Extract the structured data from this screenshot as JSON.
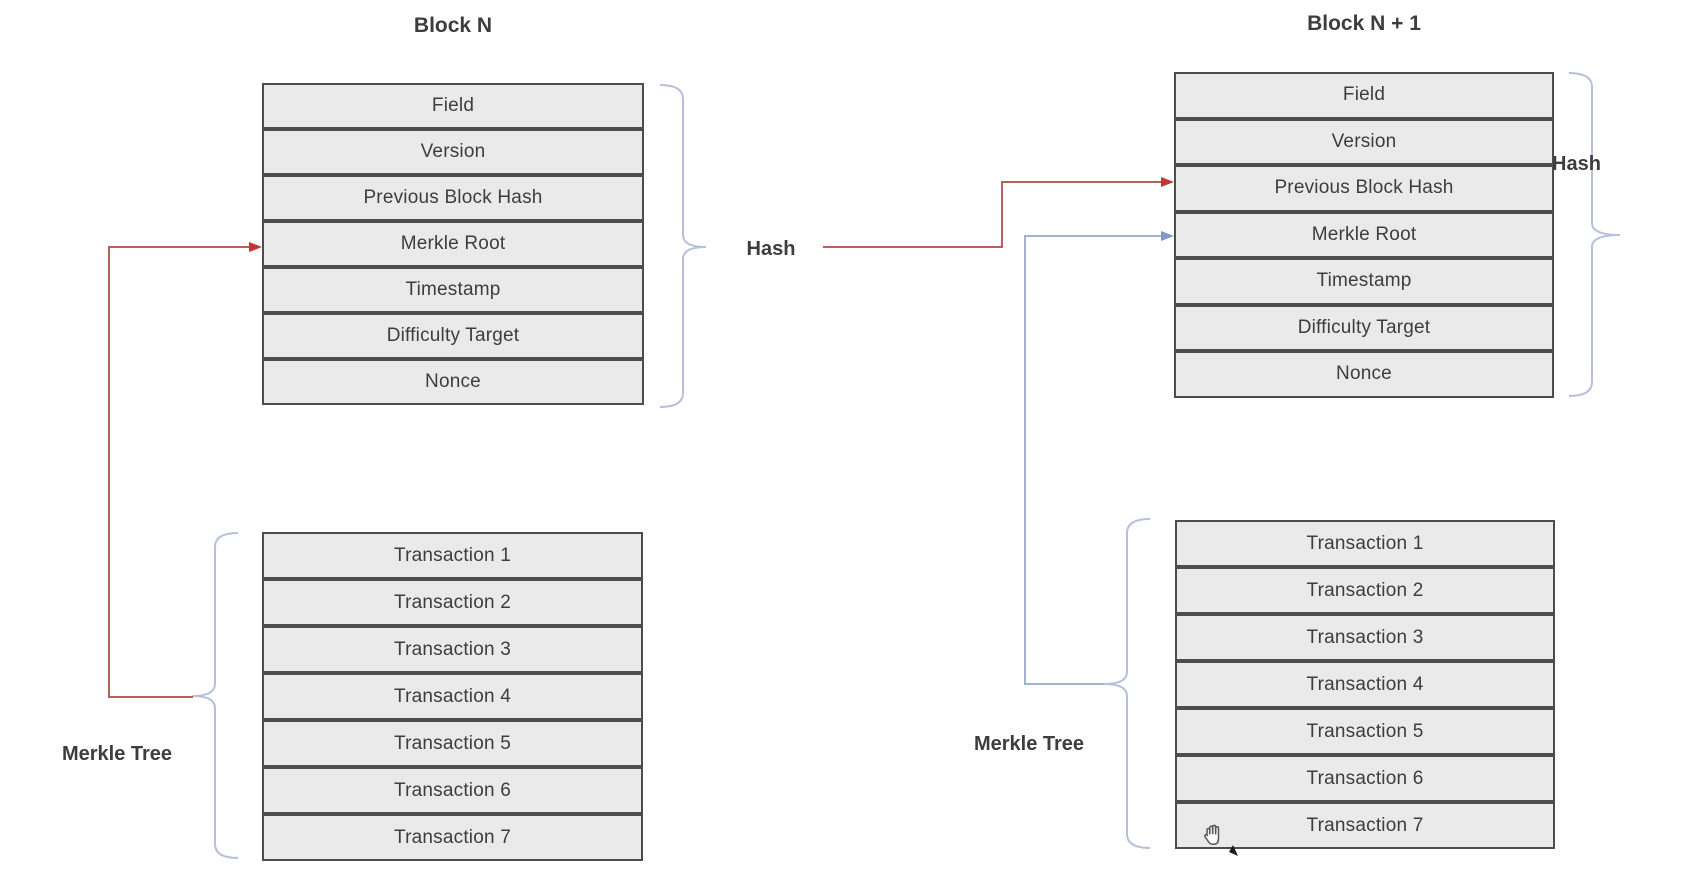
{
  "blocks": [
    {
      "title": "Block N",
      "fields": [
        "Field",
        "Version",
        "Previous Block Hash",
        "Merkle Root",
        "Timestamp",
        "Difficulty Target",
        "Nonce"
      ],
      "transactions": [
        "Transaction 1",
        "Transaction 2",
        "Transaction 3",
        "Transaction 4",
        "Transaction 5",
        "Transaction 6",
        "Transaction 7"
      ],
      "labels": {
        "hash": "Hash",
        "merkle_tree": "Merkle Tree"
      }
    },
    {
      "title": "Block N + 1",
      "fields": [
        "Field",
        "Version",
        "Previous Block Hash",
        "Merkle Root",
        "Timestamp",
        "Difficulty Target",
        "Nonce"
      ],
      "transactions": [
        "Transaction 1",
        "Transaction 2",
        "Transaction 3",
        "Transaction 4",
        "Transaction 5",
        "Transaction 6",
        "Transaction 7"
      ],
      "labels": {
        "hash": "Hash",
        "merkle_tree": "Merkle Tree"
      }
    }
  ],
  "connections": [
    {
      "name": "merkle-tree-to-merkle-root-block-n",
      "from": "Block N Merkle Tree",
      "to": "Block N Merkle Root",
      "color": "#b9615c"
    },
    {
      "name": "block-n-hash-to-previous-block-hash",
      "from": "Block N Hash",
      "to": "Block N + 1 Previous Block Hash",
      "color": "#b9615c"
    },
    {
      "name": "merkle-tree-to-merkle-root-block-n1",
      "from": "Block N + 1 Merkle Tree",
      "to": "Block N + 1 Merkle Root",
      "color": "#a4b2d4"
    }
  ],
  "colors": {
    "background": "#ffffff",
    "row_fill": "#eaeaea",
    "row_border": "#4d4d4d",
    "text": "#3d3d3d",
    "brace": "#b6c0da",
    "red_line": "#b9615c",
    "red_arrow": "#c23530",
    "blue_line": "#a4b2d4",
    "blue_arrow": "#8098c8"
  }
}
